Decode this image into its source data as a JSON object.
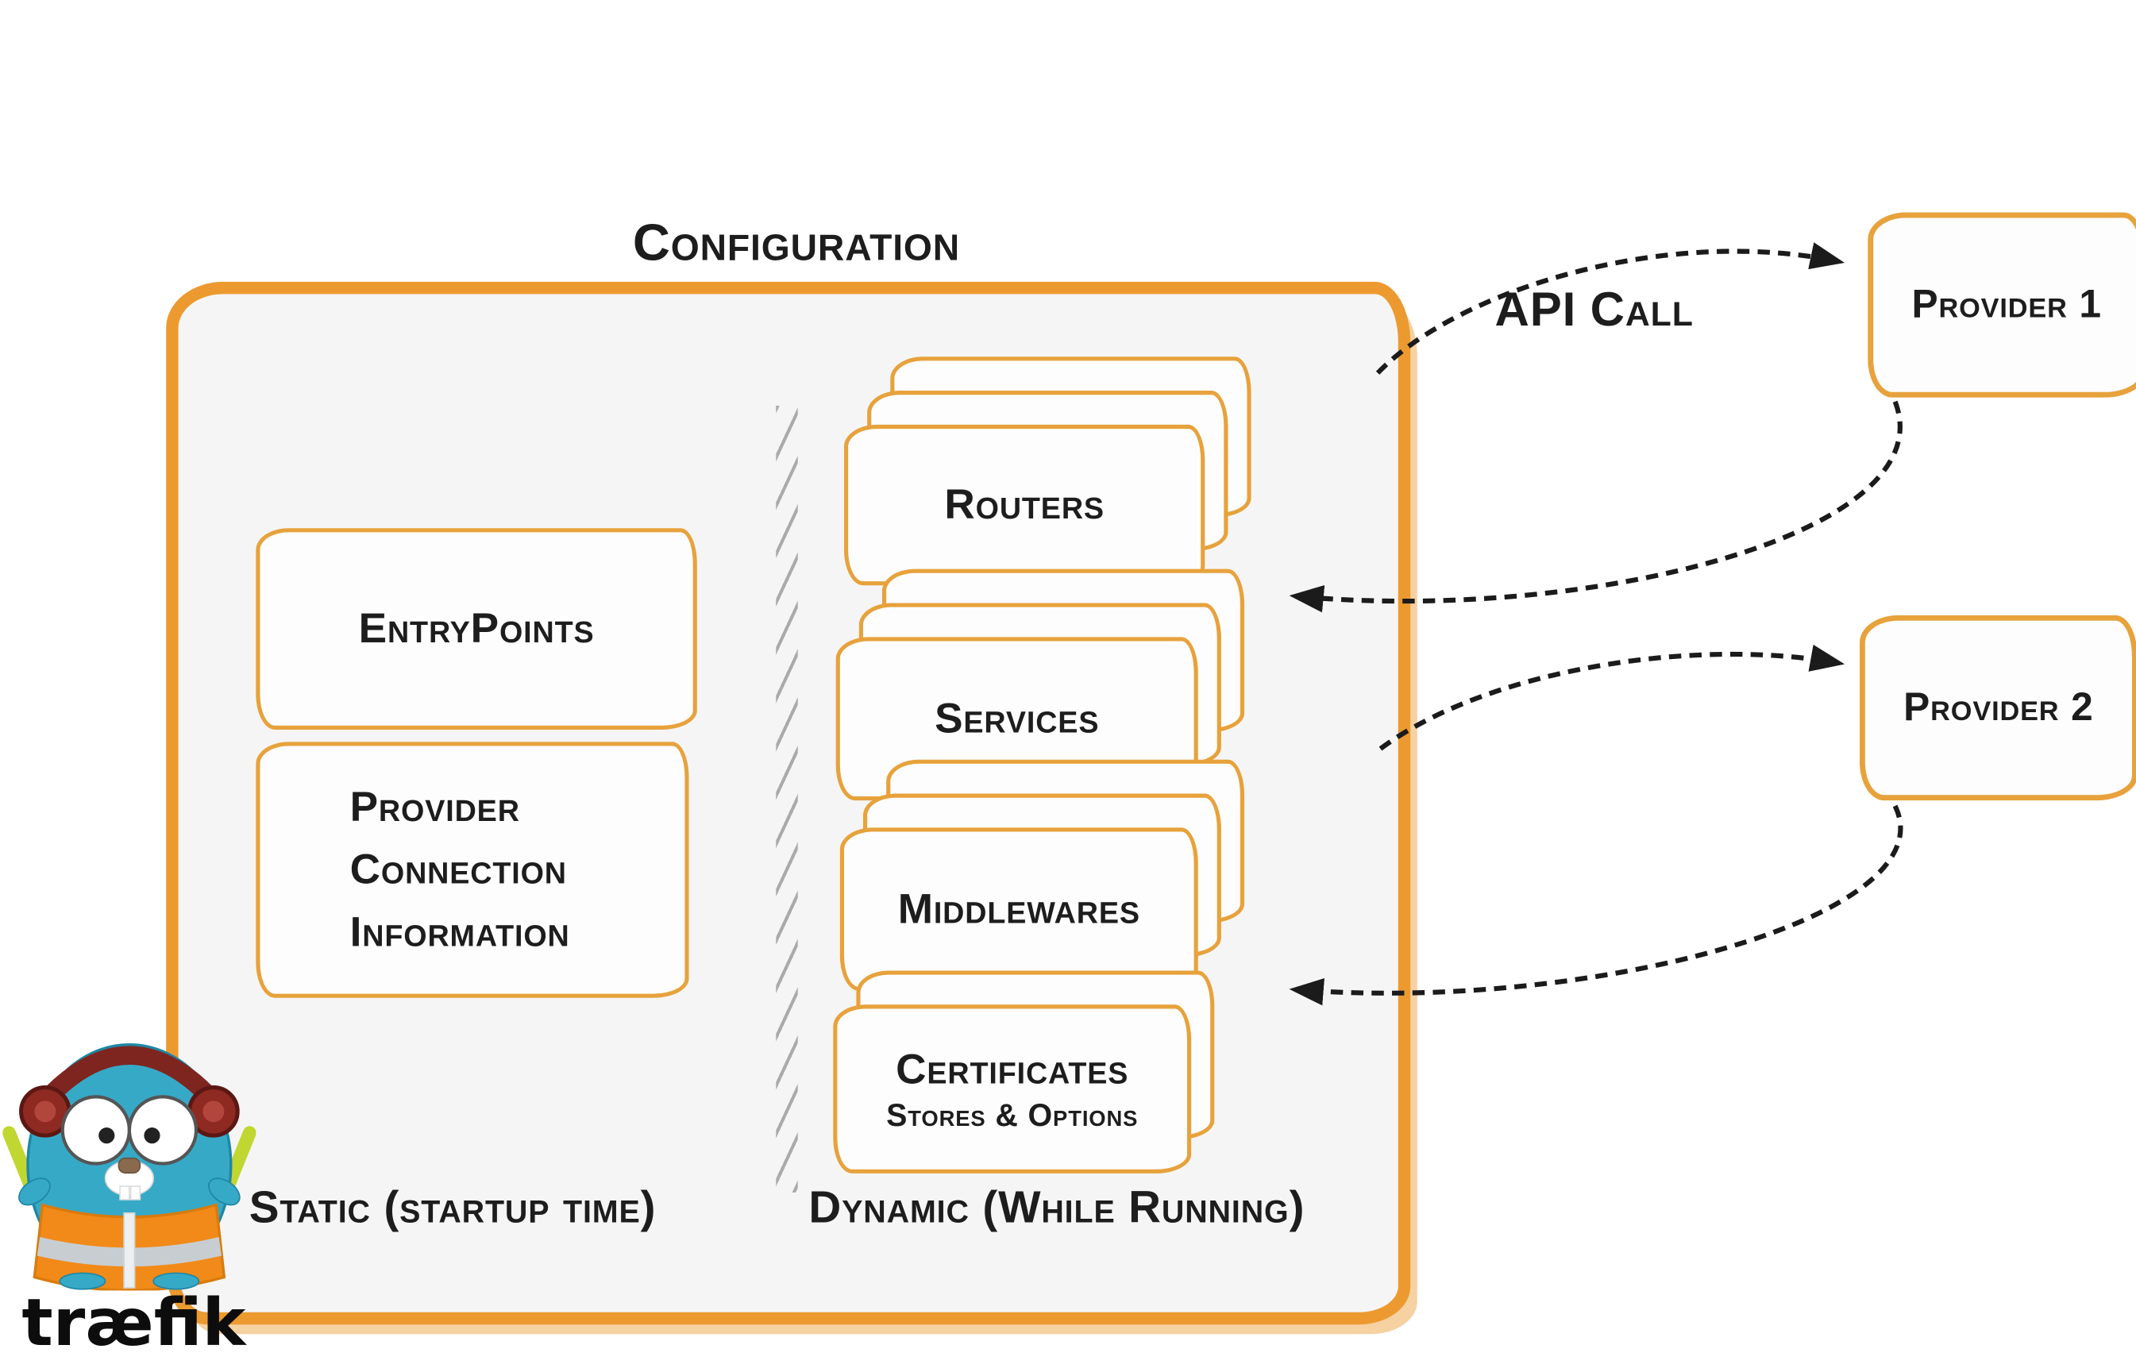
{
  "title": "Configuration",
  "api_call_label": "API Call",
  "static_section": {
    "caption": "Static (startup time)",
    "entrypoints_label": "EntryPoints",
    "provider_info_lines": [
      "Provider",
      "Connection",
      "Information"
    ]
  },
  "dynamic_section": {
    "caption": "Dynamic (While Running)",
    "cards": [
      {
        "label": "Routers"
      },
      {
        "label": "Services"
      },
      {
        "label": "Middlewares"
      },
      {
        "label": "Certificates",
        "sublabel": "Stores & Options"
      }
    ]
  },
  "providers": [
    {
      "label": "Provider 1"
    },
    {
      "label": "Provider 2"
    }
  ],
  "logo": {
    "wordmark": "træfik"
  },
  "colors": {
    "accent_orange": "#EC9A2F",
    "box_border_orange": "#E7A23C",
    "panel_fill": "#F5F5F5",
    "ink": "#1D1D1D",
    "gopher_teal": "#36A9C7",
    "vest_orange": "#F18A18",
    "glowstick_green": "#BFD730",
    "headphone_red": "#7E2520"
  }
}
